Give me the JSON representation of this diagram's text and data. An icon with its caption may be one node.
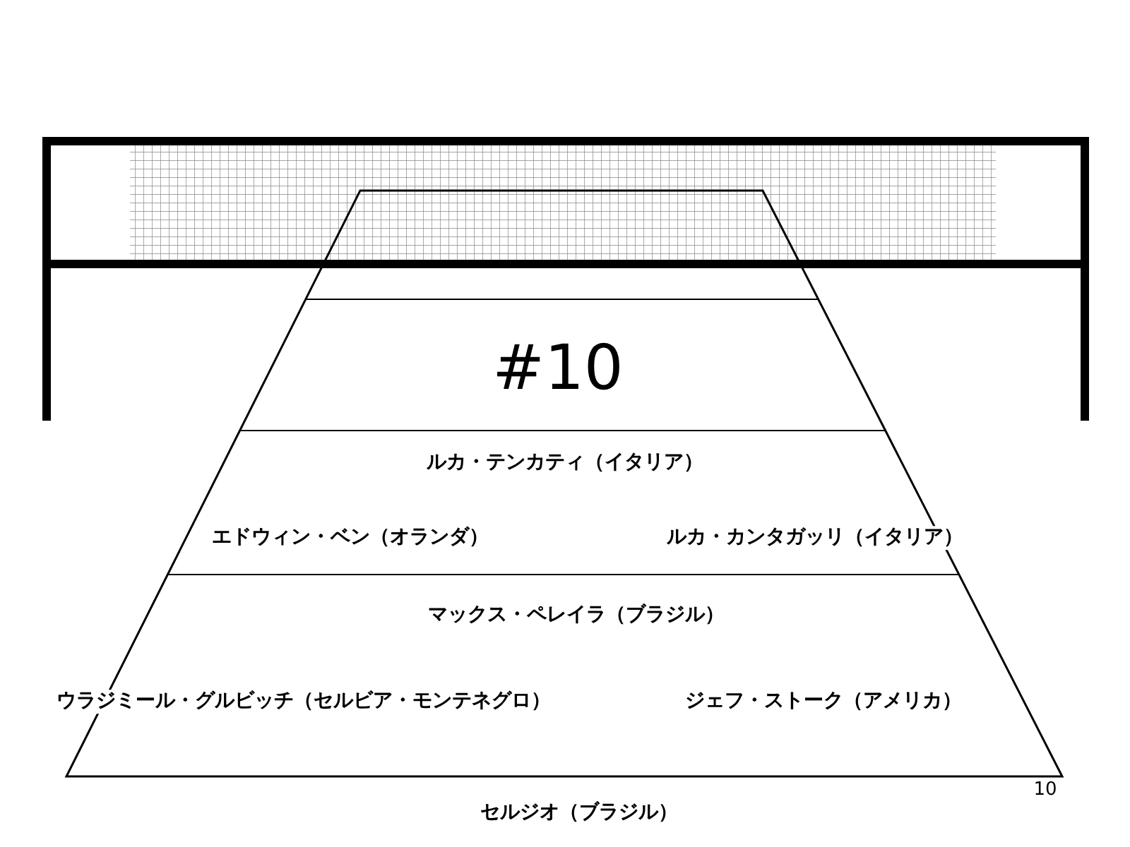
{
  "diagram": {
    "labels": [
      "#10",
      "ルカ・テンカティ（イタリア）",
      "エドウィン・ベン（オランダ）",
      "ルカ・カンタガッリ（イタリア）",
      "マックス・ペレイラ（ブラジル）",
      "ウラジミール・グルビッチ（セルビア・モンテネグロ）",
      "ジェフ・ストーク（アメリカ）",
      "セルジオ（ブラジル）",
      "10"
    ]
  }
}
